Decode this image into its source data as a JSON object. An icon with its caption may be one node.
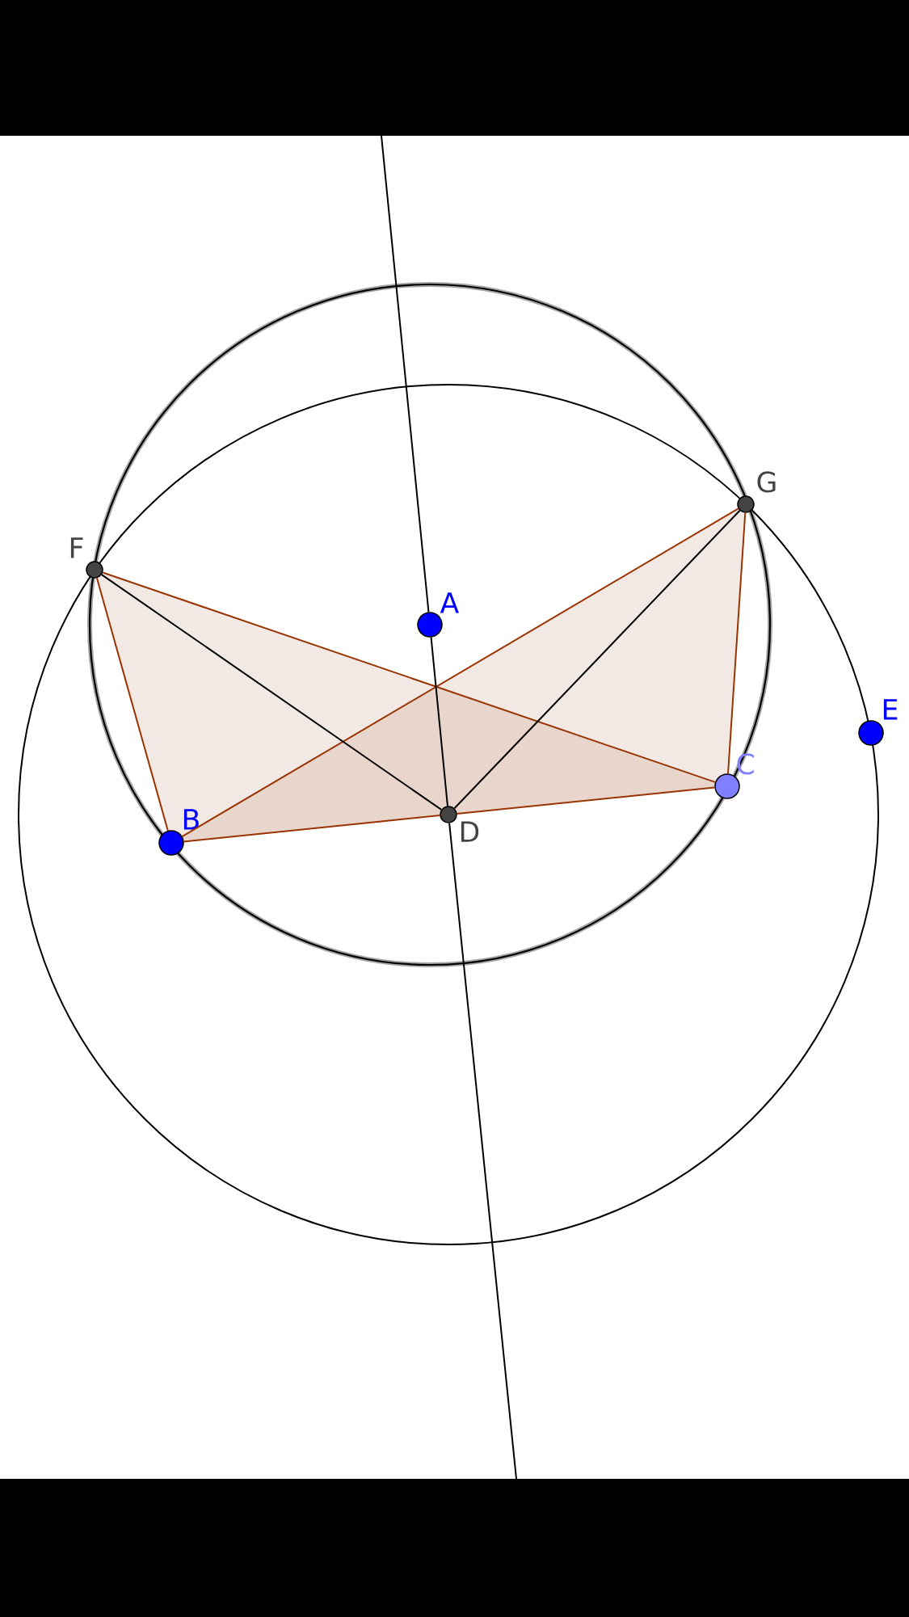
{
  "diagram": {
    "nodes": [
      {
        "text": [
          "A"
        ]
      },
      {
        "text": [
          "B"
        ]
      },
      {
        "text": [
          "C"
        ]
      },
      {
        "text": [
          "D"
        ]
      },
      {
        "text": [
          "E"
        ]
      },
      {
        "text": [
          "F"
        ]
      },
      {
        "text": [
          "G"
        ]
      }
    ],
    "edges": [
      {
        "from": 5,
        "to": 1,
        "arrow": "none"
      },
      {
        "from": 5,
        "to": 2,
        "arrow": "none"
      },
      {
        "from": 1,
        "to": 3,
        "arrow": "none"
      },
      {
        "from": 3,
        "to": 2,
        "arrow": "none"
      },
      {
        "from": 1,
        "to": 6,
        "arrow": "none"
      },
      {
        "from": 6,
        "to": 2,
        "arrow": "none"
      },
      {
        "from": 5,
        "to": 3,
        "arrow": "none",
        "color": "#000000"
      },
      {
        "from": 3,
        "to": 6,
        "arrow": "none",
        "color": "#000000"
      },
      {
        "from": 0,
        "to": 3,
        "arrow": "none",
        "color": "#000000"
      }
    ]
  }
}
